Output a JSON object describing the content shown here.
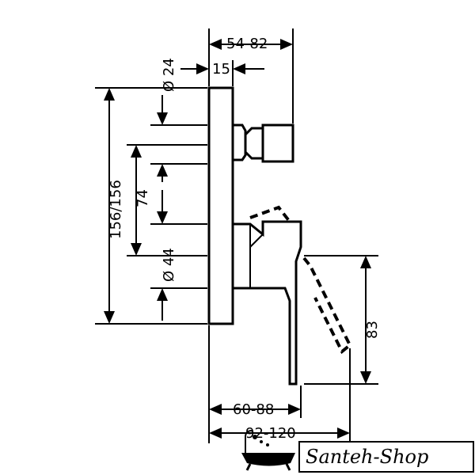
{
  "dimensions": {
    "width_range_top": "54-82",
    "width_15": "15",
    "dia_24": "Ø 24",
    "height_total": "156/156",
    "height_74": "74",
    "dia_44": "Ø 44",
    "height_83": "83",
    "width_60_88": "60-88",
    "width_92_120": "92-120"
  },
  "logo": {
    "text": "Santeh-Shop"
  }
}
